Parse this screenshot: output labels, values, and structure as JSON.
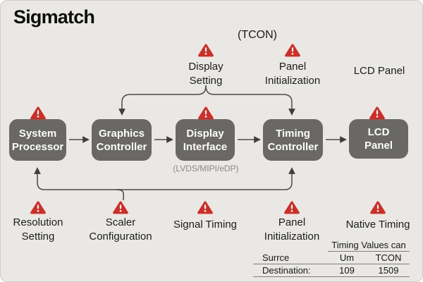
{
  "brand": "Sigmatch",
  "annotations": {
    "tcon": "(TCON)",
    "lcd_panel_note": "LCD Panel",
    "display_setting": "Display Setting",
    "panel_initialization_top": "Panel Initialization",
    "resolution_setting": "Resolution Setting",
    "scaler_configuration": "Scaler Configuration",
    "signal_timing": "Signal Timing",
    "panel_initialization_bottom": "Panel Initialization",
    "native_timing": "Native Timing"
  },
  "pipeline": {
    "nodes": [
      {
        "label": "System Processor"
      },
      {
        "label": "Graphics Controller"
      },
      {
        "label": "Display Interface",
        "sublabel": "(LVDS/MIPI/eDP)"
      },
      {
        "label": "Timing Controller"
      },
      {
        "label": "LCD Panel"
      }
    ]
  },
  "table": {
    "header": "Timing Values can",
    "rows": [
      [
        "Surrce",
        "Um",
        "TCON"
      ],
      [
        "Destination:",
        "109",
        "1509"
      ]
    ]
  },
  "colors": {
    "background": "#e9e8e5",
    "node_bg": "#696867",
    "warning_red": "#cf2d26",
    "wire": "#4c4a47"
  }
}
